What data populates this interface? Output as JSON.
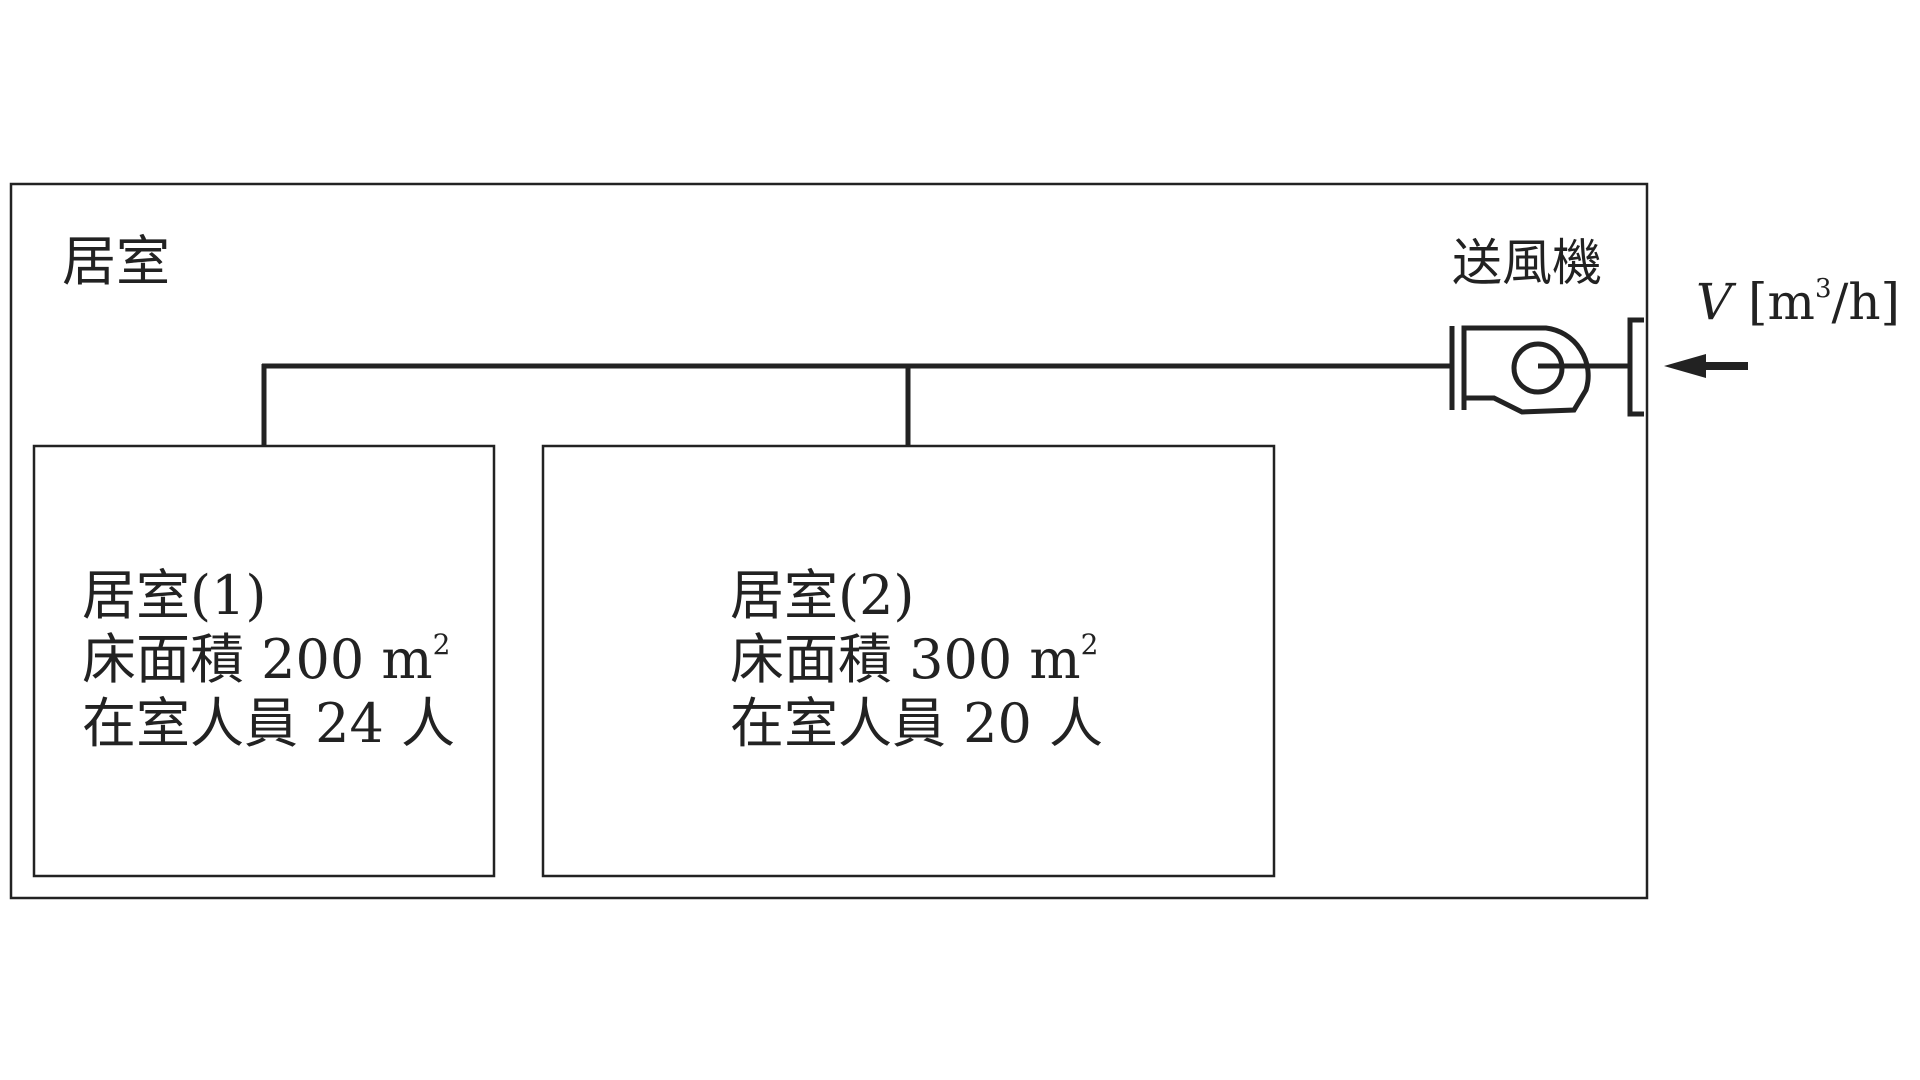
{
  "outer_room": {
    "label": "居室"
  },
  "fan": {
    "label": "送風機"
  },
  "airflow": {
    "variable": "V",
    "unit_prefix": "[m",
    "unit_superscript": "3",
    "unit_suffix": "/h]"
  },
  "rooms": [
    {
      "name": "居室(1)",
      "area_prefix": "床面積 200 m",
      "area_superscript": "2",
      "occupants": "在室人員 24 人"
    },
    {
      "name": "居室(2)",
      "area_prefix": "床面積 300 m",
      "area_superscript": "2",
      "occupants": "在室人員 20 人"
    }
  ],
  "colors": {
    "line": "#222222",
    "background": "#ffffff"
  }
}
